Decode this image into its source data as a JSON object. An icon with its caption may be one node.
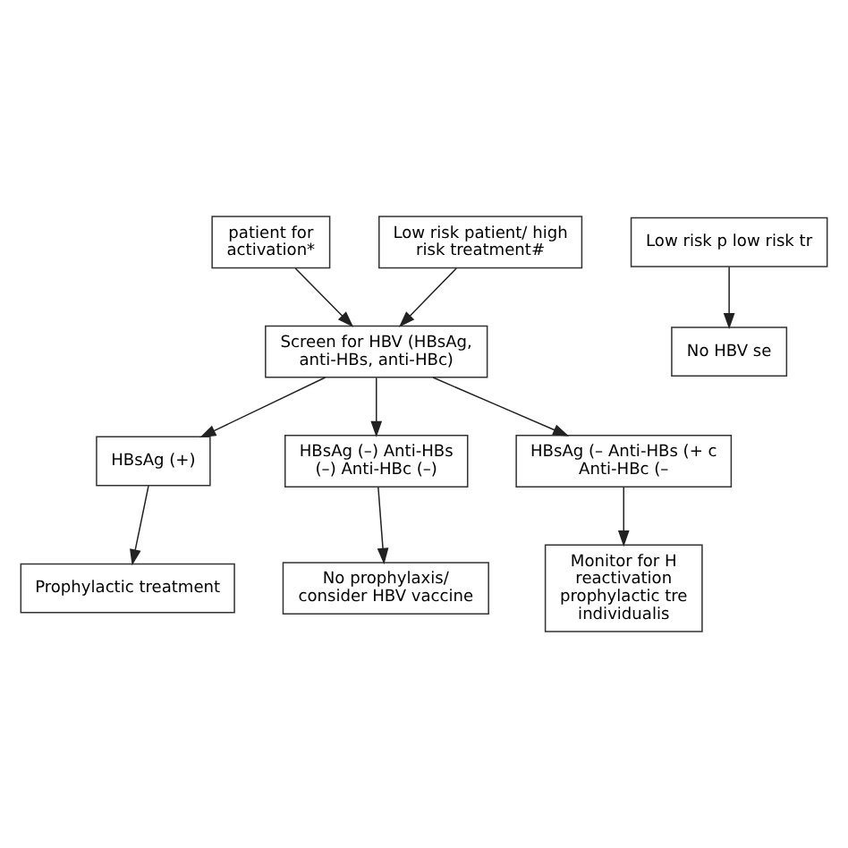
{
  "diagram": {
    "nodes": [
      {
        "text": [
          "patient for activation*"
        ]
      },
      {
        "text": [
          "Low risk patient/ high risk treatment#"
        ]
      },
      {
        "text": [
          "Low risk p low risk tr"
        ]
      },
      {
        "text": [
          "Screen for HBV (HBsAg, anti-HBs, anti-HBc)"
        ]
      },
      {
        "text": [
          "No HBV se"
        ]
      },
      {
        "text": [
          "HBsAg (+)"
        ]
      },
      {
        "text": [
          "HBsAg (–) Anti-HBs (–) Anti-HBc (–)"
        ]
      },
      {
        "text": [
          "HBsAg (– Anti-HBs (+ c Anti-HBc (–"
        ]
      },
      {
        "text": [
          "Prophylactic treatment"
        ]
      },
      {
        "text": [
          "No prophylaxis/ consider HBV vaccine"
        ]
      },
      {
        "text": [
          "Monitor for H reactivation prophylactic tre individualis"
        ]
      }
    ],
    "edges": [
      {
        "from": 0,
        "to": 3,
        "arrow": "to"
      },
      {
        "from": 1,
        "to": 3,
        "arrow": "to"
      },
      {
        "from": 2,
        "to": 4,
        "arrow": "to"
      },
      {
        "from": 3,
        "to": 5,
        "arrow": "to"
      },
      {
        "from": 3,
        "to": 6,
        "arrow": "to"
      },
      {
        "from": 3,
        "to": 7,
        "arrow": "to"
      },
      {
        "from": 5,
        "to": 8,
        "arrow": "to"
      },
      {
        "from": 6,
        "to": 9,
        "arrow": "to"
      },
      {
        "from": 7,
        "to": 10,
        "arrow": "to"
      }
    ]
  }
}
